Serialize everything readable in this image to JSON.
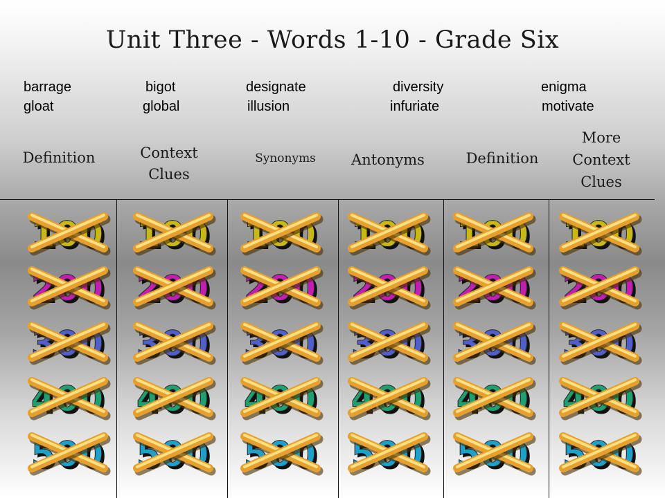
{
  "title": "Unit Three - Words 1-10 -  Grade Six",
  "words": [
    [
      "barrage",
      "gloat"
    ],
    [
      "bigot",
      "global"
    ],
    [
      "designate",
      "illusion"
    ],
    [
      "diversity",
      "infuriate"
    ],
    [
      "enigma",
      "motivate"
    ]
  ],
  "categories": [
    {
      "label": "Definition"
    },
    {
      "label": "Context Clues"
    },
    {
      "label": "Synonyms"
    },
    {
      "label": "Antonyms"
    },
    {
      "label": "Definition"
    },
    {
      "label": "More Context Clues"
    }
  ],
  "point_values": [
    "100",
    "200",
    "300",
    "400",
    "500"
  ],
  "value_colors": [
    "#c8b818",
    "#c020b0",
    "#5060c8",
    "#20a070",
    "#20a0c8"
  ],
  "x_mark_color": "#e6a030",
  "answered_state": "all tiles crossed out"
}
